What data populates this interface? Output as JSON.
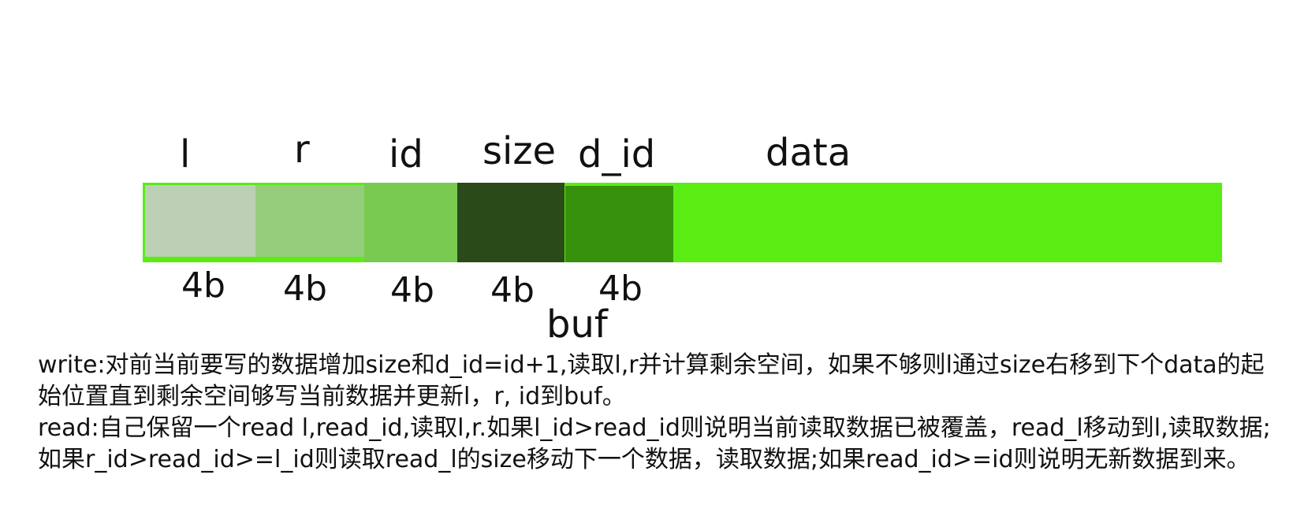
{
  "colors": {
    "background": "#ffffff",
    "buffer_fill": "#5bec14",
    "l": "#bcd0b6",
    "r": "#96cd7c",
    "id": "#79ca50",
    "size": "#2a4a1a",
    "d_id": "#37910d",
    "text": "#111111"
  },
  "diagram": {
    "field_labels": {
      "l": "l",
      "r": "r",
      "id": "id",
      "size": "size",
      "d_id": "d_id",
      "data": "data"
    },
    "field_sizes": {
      "l": "4b",
      "r": "4b",
      "id": "4b",
      "size": "4b",
      "d_id": "4b"
    },
    "buffer_label": "buf"
  },
  "description": {
    "write": "write:对前当前要写的数据增加size和d_id=id+1,读取l,r并计算剩余空间，如果不够则l通过size右移到下个data的起始位置直到剩余空间够写当前数据并更新l，r, id到buf。",
    "read": "read:自己保留一个read l,read_id,读取l,r.如果l_id>read_id则说明当前读取数据已被覆盖，read_l移动到l,读取数据;如果r_id>read_id>=l_id则读取read_l的size移动下一个数据，读取数据;如果read_id>=id则说明无新数据到来。"
  }
}
